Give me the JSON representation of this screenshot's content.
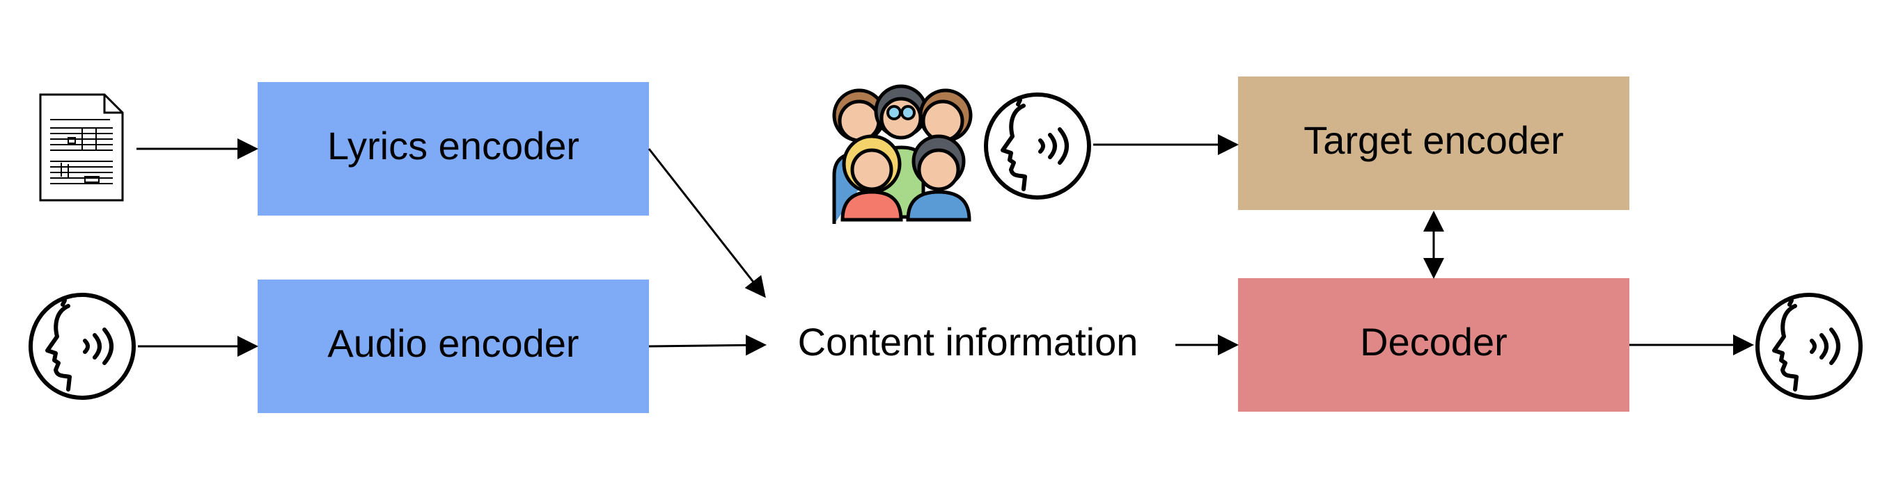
{
  "nodes": {
    "lyrics_encoder": {
      "label": "Lyrics encoder",
      "color": "#7faaf5"
    },
    "audio_encoder": {
      "label": "Audio encoder",
      "color": "#7faaf5"
    },
    "content_information": {
      "label": "Content information"
    },
    "target_encoder": {
      "label": "Target encoder",
      "color": "#d2b48c"
    },
    "decoder": {
      "label": "Decoder",
      "color": "#e08888"
    }
  },
  "icons": {
    "sheet_music": "sheet-music-icon",
    "audio_input": "speaking-head-icon",
    "people_group": "people-group-icon",
    "target_voice": "speaking-head-icon",
    "audio_output": "speaking-head-icon"
  },
  "edges": [
    {
      "from": "sheet_music",
      "to": "lyrics_encoder"
    },
    {
      "from": "audio_input",
      "to": "audio_encoder"
    },
    {
      "from": "lyrics_encoder",
      "to": "content_information"
    },
    {
      "from": "audio_encoder",
      "to": "content_information"
    },
    {
      "from": "content_information",
      "to": "decoder"
    },
    {
      "from": "target_voice",
      "to": "target_encoder"
    },
    {
      "from": "target_encoder",
      "to": "decoder",
      "bidirectional": true
    },
    {
      "from": "decoder",
      "to": "audio_output"
    }
  ]
}
